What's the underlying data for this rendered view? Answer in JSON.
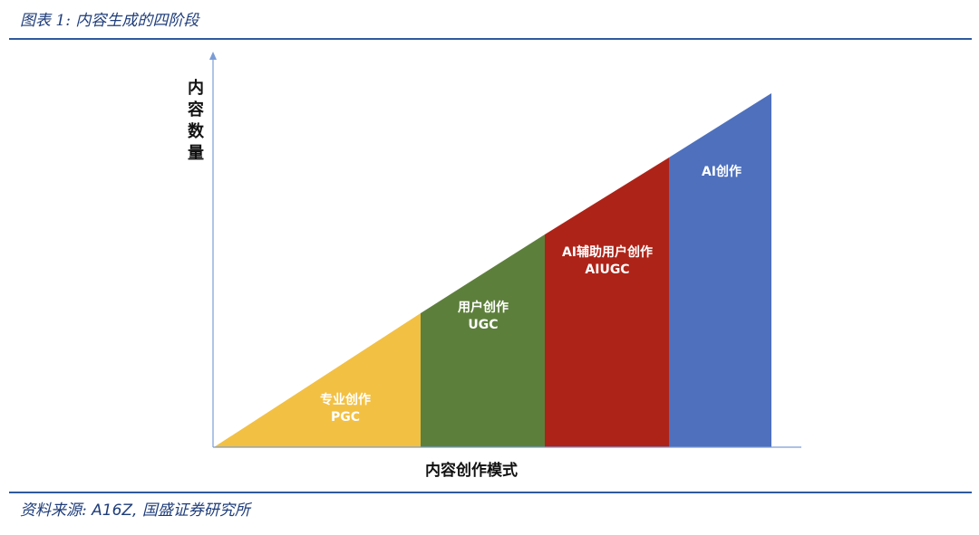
{
  "header": {
    "figure_label": "图表 1:",
    "figure_title": "内容生成的四阶段"
  },
  "diagram": {
    "y_axis_label": "内容数量",
    "x_axis_label": "内容创作模式",
    "stages": [
      {
        "line1": "专业创作",
        "line2": "PGC",
        "color": "#f2c043"
      },
      {
        "line1": "用户创作",
        "line2": "UGC",
        "color": "#5d7f3c"
      },
      {
        "line1": "AI辅助用户创作",
        "line2": "AIUGC",
        "color": "#ae2318"
      },
      {
        "line1": "AI创作",
        "line2": "",
        "color": "#4e70bd"
      }
    ],
    "axis_color": "#7a9cd6"
  },
  "footer": {
    "source_label": "资料来源:",
    "source_org": "A16Z,",
    "source_rest": "国盛证券研究所"
  }
}
